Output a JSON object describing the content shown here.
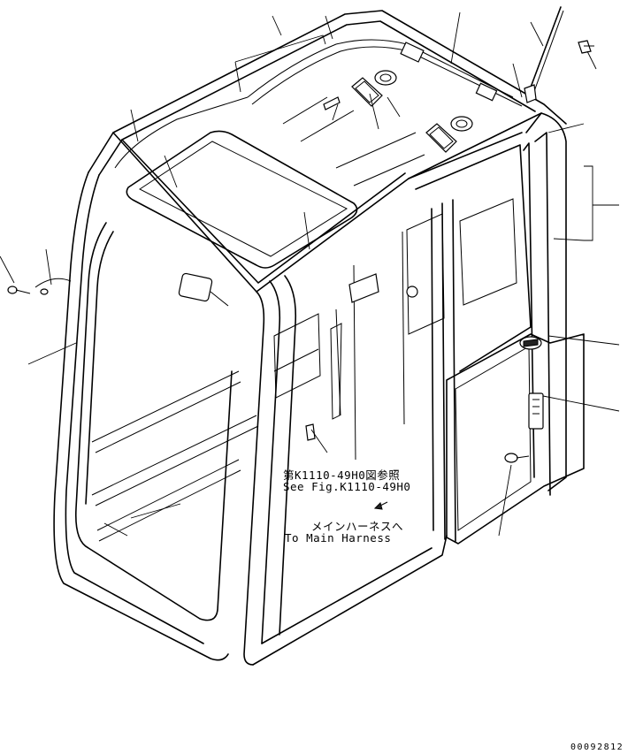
{
  "notes": {
    "reference_jp": "第K1110-49H0図参照",
    "reference_en": "See Fig.K1110-49H0",
    "harness_jp": "メインハーネスへ",
    "harness_en": "To Main Harness"
  },
  "drawing_number": "00092812",
  "colors": {
    "line": "#000000",
    "background": "#ffffff"
  }
}
